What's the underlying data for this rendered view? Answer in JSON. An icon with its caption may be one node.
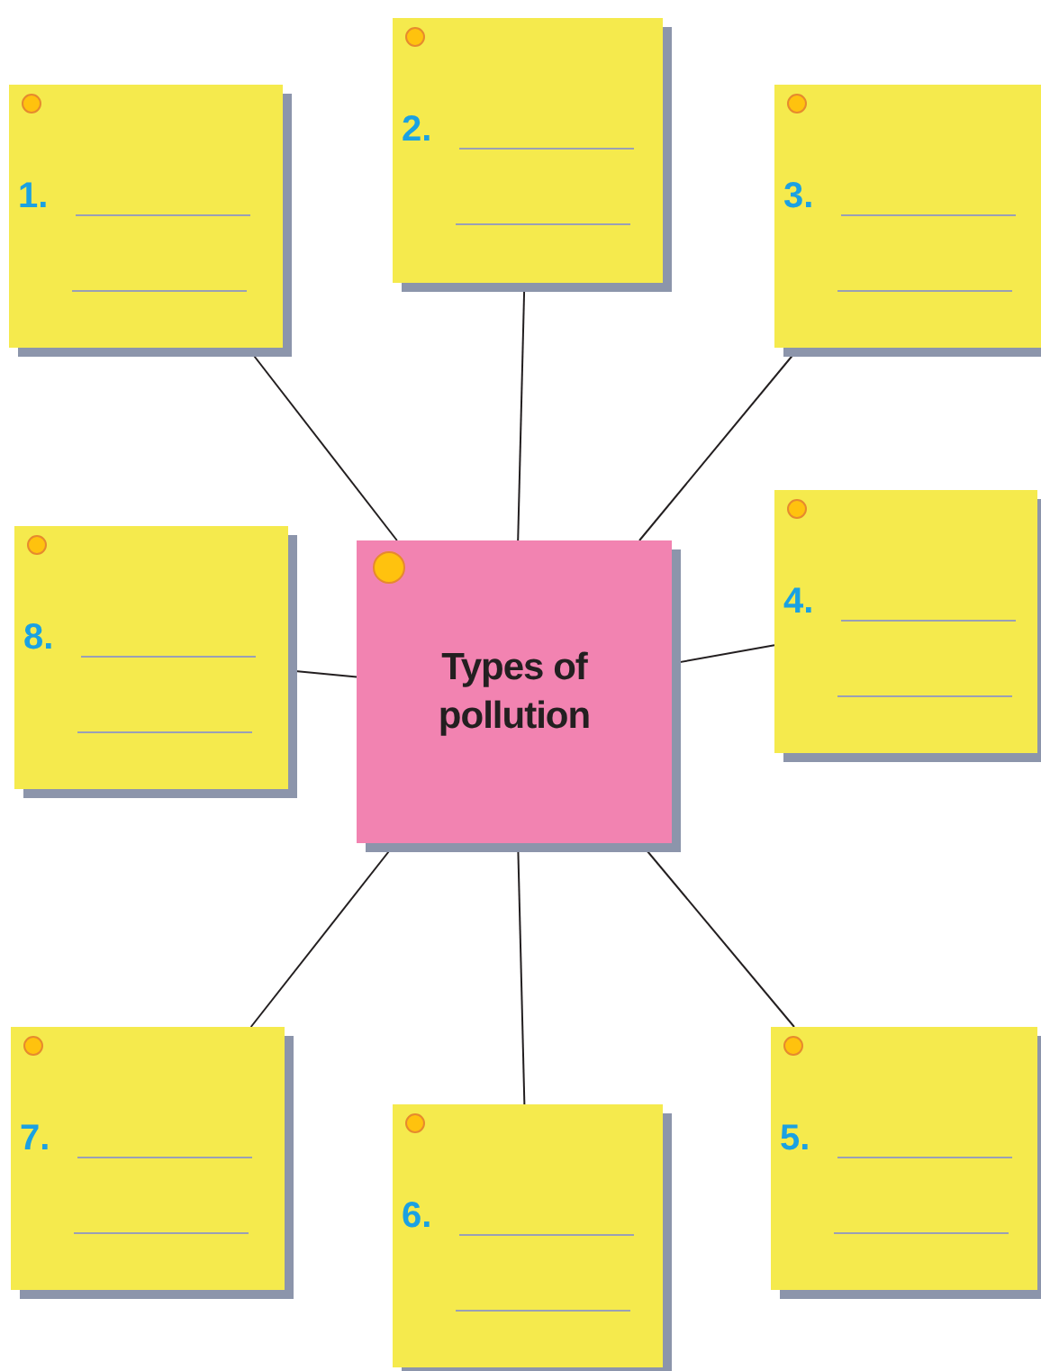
{
  "diagram": {
    "nodes": [
      {
        "text": [
          "Types of pollution"
        ]
      },
      {
        "text": [
          "1."
        ]
      },
      {
        "text": [
          "2."
        ]
      },
      {
        "text": [
          "3."
        ]
      },
      {
        "text": [
          "4."
        ]
      },
      {
        "text": [
          "5."
        ]
      },
      {
        "text": [
          "6."
        ]
      },
      {
        "text": [
          "7."
        ]
      },
      {
        "text": [
          "8."
        ]
      }
    ],
    "edges": [
      {
        "from": 0,
        "to": 1,
        "arrow": "none"
      },
      {
        "from": 0,
        "to": 2,
        "arrow": "none"
      },
      {
        "from": 0,
        "to": 3,
        "arrow": "none"
      },
      {
        "from": 0,
        "to": 4,
        "arrow": "none"
      },
      {
        "from": 0,
        "to": 5,
        "arrow": "none"
      },
      {
        "from": 0,
        "to": 6,
        "arrow": "none"
      },
      {
        "from": 0,
        "to": 7,
        "arrow": "none"
      },
      {
        "from": 0,
        "to": 8,
        "arrow": "none"
      }
    ]
  }
}
